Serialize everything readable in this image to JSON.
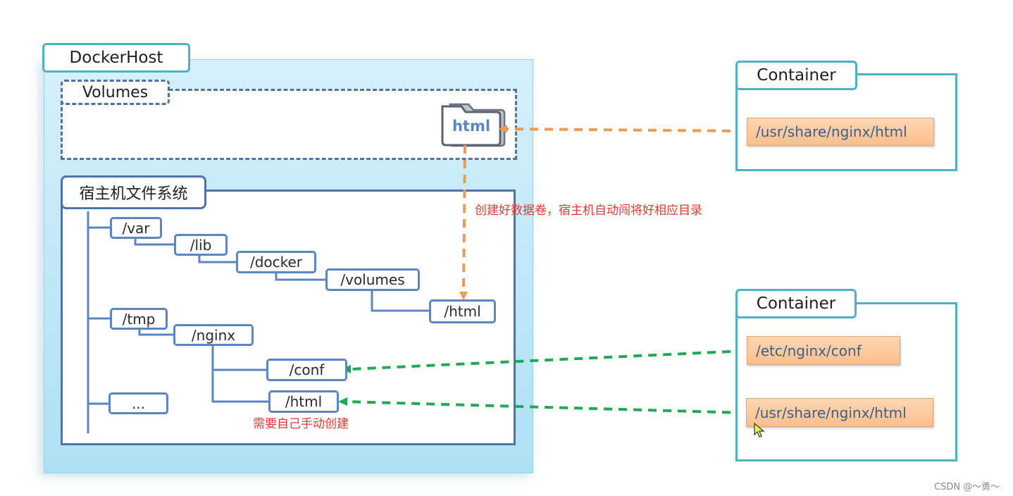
{
  "docker_host": {
    "title": "DockerHost"
  },
  "volumes": {
    "title": "Volumes",
    "folder_label": "html"
  },
  "host_fs": {
    "title": "宿主机文件系统",
    "nodes": [
      "/var",
      "/lib",
      "/docker",
      "/volumes",
      "/html",
      "/tmp",
      "/nginx",
      "/conf",
      "/html",
      "..."
    ]
  },
  "container1": {
    "title": "Container",
    "paths": [
      "/usr/share/nginx/html"
    ]
  },
  "container2": {
    "title": "Container",
    "paths": [
      "/etc/nginx/conf",
      "/usr/share/nginx/html"
    ]
  },
  "notes": {
    "auto_create": "创建好数据卷，宿主机自动闯将好相应目录",
    "manual_create": "需要自己手动创建"
  },
  "colors": {
    "orange_arrow": "#ef9a4f",
    "green_arrow": "#1faa55",
    "note_red": "#e53935"
  },
  "watermark": "CSDN @～勇～"
}
